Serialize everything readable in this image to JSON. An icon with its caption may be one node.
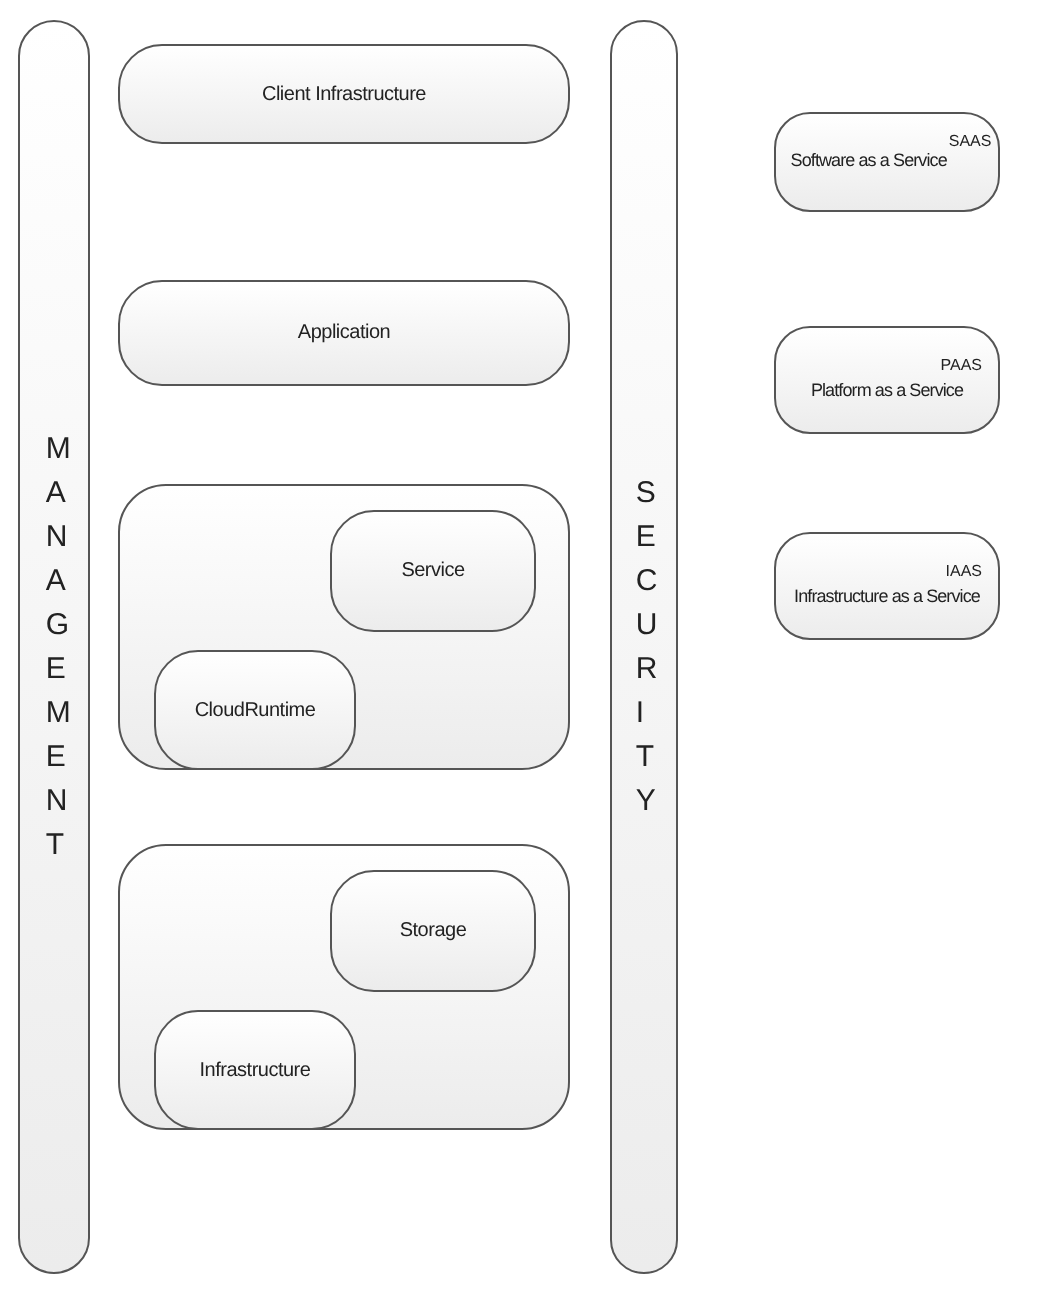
{
  "diagram": {
    "nodes": [
      {
        "text": [
          "MANAGEMENT"
        ]
      },
      {
        "text": [
          "Client Infrastructure"
        ]
      },
      {
        "text": [
          "Application"
        ]
      },
      {
        "text": [],
        "shape": "box"
      },
      {
        "text": [
          "Service"
        ],
        "in": 3
      },
      {
        "text": [
          "CloudRuntime"
        ],
        "in": 3
      },
      {
        "text": [],
        "shape": "box"
      },
      {
        "text": [
          "Storage"
        ],
        "in": 6
      },
      {
        "text": [
          "Infrastructure"
        ],
        "in": 6
      },
      {
        "text": [
          "SECURITY"
        ]
      },
      {
        "text": [
          "Software as a Service",
          "SAAS"
        ]
      },
      {
        "text": [
          "PAAS",
          "Platform as a Service"
        ]
      },
      {
        "text": [
          "IAAS",
          "Infrastructure as a Service"
        ]
      }
    ]
  }
}
